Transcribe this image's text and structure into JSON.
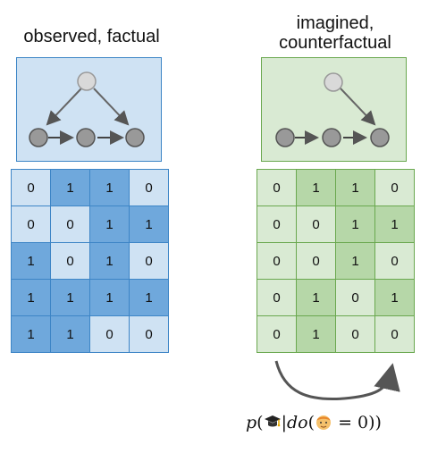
{
  "left_panel": {
    "title": "observed, factual",
    "rows": [
      [
        0,
        1,
        1,
        0
      ],
      [
        0,
        0,
        1,
        1
      ],
      [
        1,
        0,
        1,
        0
      ],
      [
        1,
        1,
        1,
        1
      ],
      [
        1,
        1,
        0,
        0
      ]
    ]
  },
  "right_panel": {
    "title_line1": "imagined,",
    "title_line2": "counterfactual",
    "rows": [
      [
        0,
        1,
        1,
        0
      ],
      [
        0,
        0,
        1,
        1
      ],
      [
        0,
        0,
        1,
        0
      ],
      [
        0,
        1,
        0,
        1
      ],
      [
        0,
        1,
        0,
        0
      ]
    ]
  },
  "formula": {
    "p": "p",
    "open": "(",
    "bar": "|",
    "do": "do",
    "inner_open": "(",
    "eq": " = 0",
    "close": "))"
  },
  "colors": {
    "blue_fill": "#cfe2f3",
    "blue_dark": "#6fa8dc",
    "blue_border": "#3d85c6",
    "green_fill": "#d9ead3",
    "green_dark": "#b6d7a8",
    "green_border": "#6aa84f"
  },
  "icons": {
    "formula_first": "graduation-cap-icon",
    "formula_second": "student-face-icon"
  }
}
